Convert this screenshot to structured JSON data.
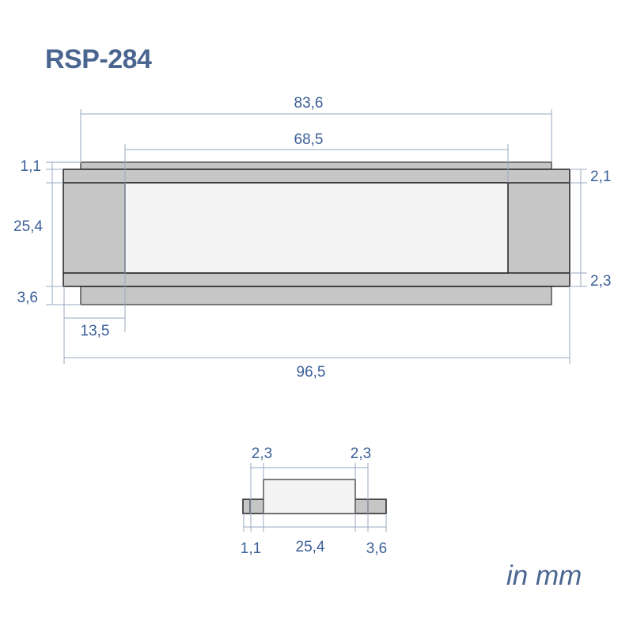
{
  "title": "RSP-284",
  "unit_label": "in mm",
  "colors": {
    "title": "#4a6590",
    "dimension_text": "#3b5f99",
    "dimension_line": "#9aa8c0",
    "part_fill": "#c6c6c6",
    "window_fill": "#f4f4f4",
    "outline": "#222222"
  },
  "front_view": {
    "dimensions": {
      "top_plate_width": "83,6",
      "window_width": "68,5",
      "top_plate_height": "1,1",
      "frame_height": "25,4",
      "bottom_plate_height": "3,6",
      "side_wall_width": "13,5",
      "overall_width": "96,5",
      "top_band_height": "2,1",
      "bottom_band_height": "2,3"
    }
  },
  "side_view": {
    "dimensions": {
      "left_wall": "2,3",
      "right_wall": "2,3",
      "left_flange": "1,1",
      "body_height": "25,4",
      "right_flange": "3,6"
    }
  }
}
